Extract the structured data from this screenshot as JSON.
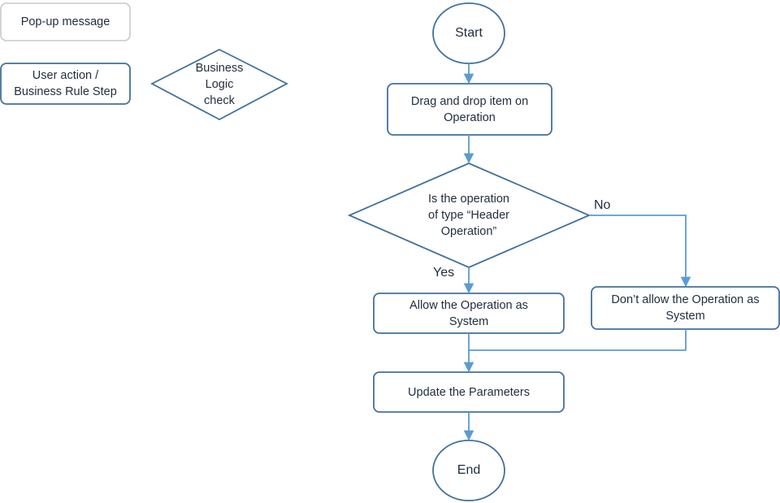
{
  "legend": {
    "popup": "Pop-up message",
    "user_action": "User action /\nBusiness Rule Step",
    "business_logic": "Business\nLogic\ncheck"
  },
  "flow": {
    "start": "Start",
    "drag_drop": "Drag and drop item on\nOperation",
    "decision": "Is the operation\nof type “Header\nOperation”",
    "no_label": "No",
    "yes_label": "Yes",
    "allow": "Allow the Operation as\nSystem",
    "dont_allow": "Don’t allow the Operation as\nSystem",
    "update": "Update the Parameters",
    "end": "End"
  },
  "colors": {
    "stroke": "#41719c",
    "legend_popup_stroke": "#c9c9c9",
    "arrow": "#5b9bd5",
    "text": "#1f2d3d"
  }
}
